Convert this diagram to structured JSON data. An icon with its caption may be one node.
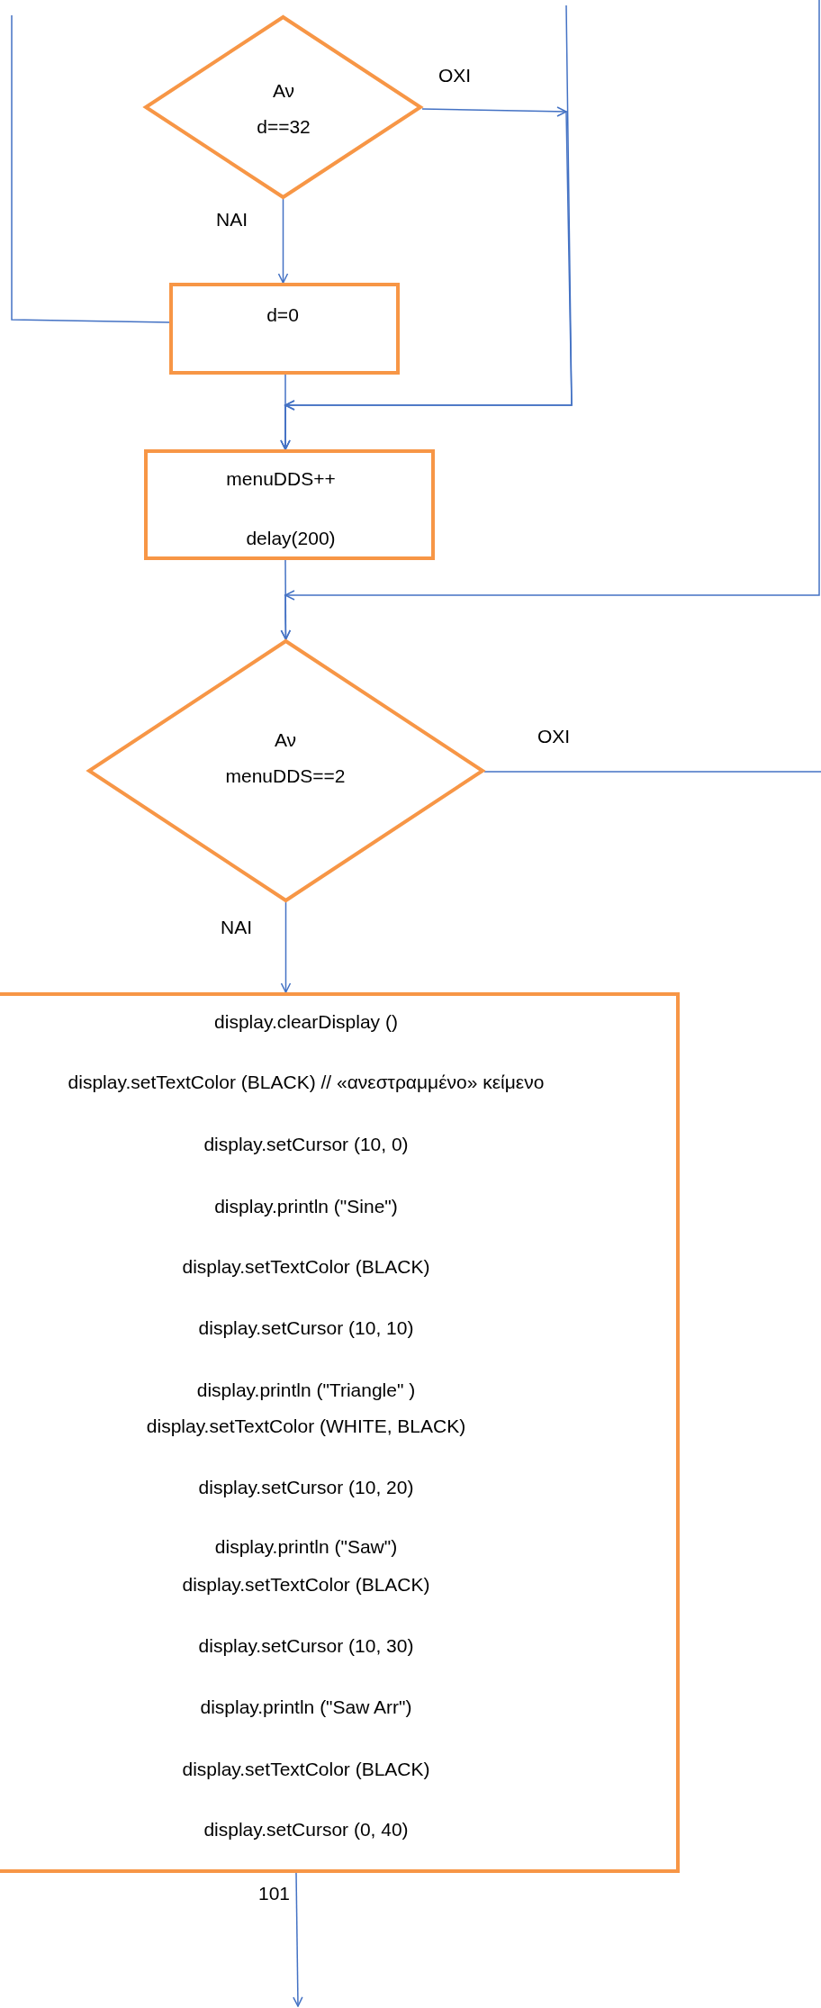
{
  "diagram": {
    "nodes": [
      {
        "text": [
          "Αν",
          "d==32"
        ]
      },
      {
        "text": [
          "d=0"
        ]
      },
      {
        "text": [
          "menuDDS++",
          "delay(200)"
        ]
      },
      {
        "text": [
          "Αν",
          "menuDDS==2"
        ]
      },
      {
        "text": [
          "display.clearDisplay ()",
          "display.setTextColor (BLACK) // «ανεστραμμένο» κείμενο",
          "display.setCursor (10, 0)",
          "display.println (\"Sine\")",
          "display.setTextColor (BLACK)",
          "display.setCursor (10, 10)",
          "display.println (\"Triangle\" )",
          "display.setTextColor (WHITE, BLACK)",
          "display.setCursor (10, 20)",
          "display.println (\"Saw\")",
          "display.setTextColor (BLACK)",
          "display.setCursor (10, 30)",
          "display.println (\"Saw Arr\")",
          "display.setTextColor (BLACK)",
          "display.setCursor (0, 40)"
        ]
      }
    ],
    "edges": [
      {
        "from": 0,
        "to": 1,
        "arrow": "to",
        "label": "ΝΑΙ"
      },
      {
        "from": 1,
        "to": null,
        "arrow": "none"
      },
      {
        "from": 0,
        "to": 2,
        "arrow": "to",
        "label": "ΟΧΙ"
      },
      {
        "from": null,
        "to": 2,
        "arrow": "to"
      },
      {
        "from": 1,
        "to": 2,
        "arrow": "to"
      },
      {
        "from": 2,
        "to": 3,
        "arrow": "to"
      },
      {
        "from": null,
        "to": 3,
        "arrow": "to"
      },
      {
        "from": 3,
        "to": null,
        "arrow": "none",
        "label": "ΟΧΙ"
      },
      {
        "from": 3,
        "to": 4,
        "arrow": "to",
        "label": "ΝΑΙ"
      },
      {
        "from": 4,
        "to": null,
        "arrow": "to"
      }
    ],
    "labels": [
      "101"
    ]
  }
}
